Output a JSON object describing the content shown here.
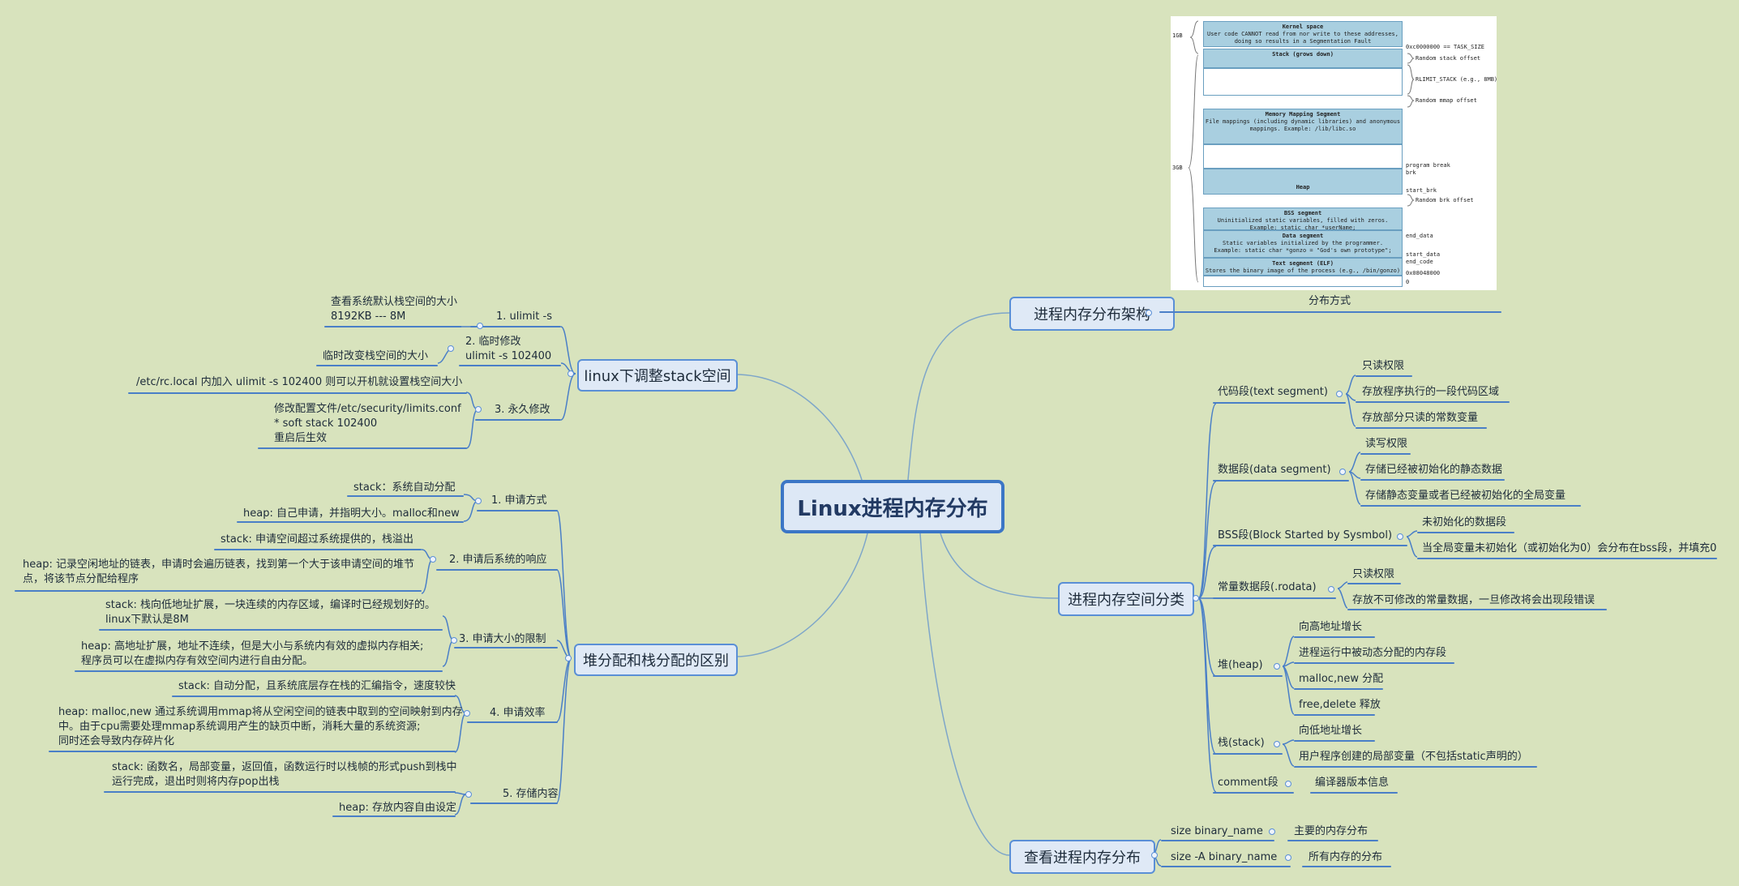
{
  "center": "Linux进程内存分布",
  "right": {
    "arch": {
      "title": "进程内存分布架构",
      "sub": "分布方式",
      "figure": {
        "kernel_title": "Kernel space",
        "kernel_desc1": "User code CANNOT read from nor write to these addresses,",
        "kernel_desc2": "doing so results in a Segmentation Fault",
        "stack": "Stack (grows down)",
        "mmap_title": "Memory Mapping Segment",
        "mmap_desc1": "File mappings (including dynamic libraries) and anonymous",
        "mmap_desc2": "mappings. Example: /lib/libc.so",
        "heap": "Heap",
        "bss_title": "BSS segment",
        "bss_desc1": "Uninitialized static variables, filled with zeros.",
        "bss_desc2": "Example: static char *userName;",
        "data_title": "Data segment",
        "data_desc1": "Static variables initialized by the programmer.",
        "data_desc2": "Example: static char *gonzo = \"God's own prototype\";",
        "text_title": "Text segment (ELF)",
        "text_desc": "Stores the binary image of the process (e.g., /bin/gonzo)",
        "l1gb": "1GB",
        "l3gb": "3GB",
        "n_task": "0xc0000000 == TASK_SIZE",
        "n_rstack": "Random stack offset",
        "n_rlimit": "RLIMIT_STACK (e.g., 8MB)",
        "n_rmmap": "Random mmap offset",
        "n_pbreak": "program break",
        "n_brk": "brk",
        "n_startbrk": "start_brk",
        "n_rbrk": "Random brk offset",
        "n_enddata": "end_data",
        "n_startdata": "start_data",
        "n_endcode": "end_code",
        "n_addr": "0x08048000",
        "n_zero": "0"
      }
    },
    "classes": {
      "title": "进程内存空间分类",
      "text_seg": {
        "name": "代码段(text segment)",
        "items": [
          "只读权限",
          "存放程序执行的一段代码区域",
          "存放部分只读的常数变量"
        ]
      },
      "data_seg": {
        "name": "数据段(data segment)",
        "items": [
          "读写权限",
          "存储已经被初始化的静态数据",
          "存储静态变量或者已经被初始化的全局变量"
        ]
      },
      "bss_seg": {
        "name": "BSS段(Block Started by Sysmbol)",
        "items": [
          "未初始化的数据段",
          "当全局变量未初始化（或初始化为0）会分布在bss段，并填充0"
        ]
      },
      "rodata": {
        "name": "常量数据段(.rodata)",
        "items": [
          "只读权限",
          "存放不可修改的常量数据，一旦修改将会出现段错误"
        ]
      },
      "heap": {
        "name": "堆(heap)",
        "items": [
          "向高地址增长",
          "进程运行中被动态分配的内存段",
          "malloc,new 分配",
          "free,delete 释放"
        ]
      },
      "stack": {
        "name": "栈(stack)",
        "items": [
          "向低地址增长",
          "用户程序创建的局部变量（不包括static声明的）"
        ]
      },
      "comment": {
        "name": "comment段",
        "items": [
          "编译器版本信息"
        ]
      }
    },
    "view": {
      "title": "查看进程内存分布",
      "rows": [
        {
          "cmd": "size binary_name",
          "desc": "主要的内存分布"
        },
        {
          "cmd": "size -A binary_name",
          "desc": "所有内存的分布"
        }
      ]
    }
  },
  "left": {
    "stack_adjust": {
      "title": "linux下调整stack空间",
      "b1": {
        "label": "1. ulimit -s",
        "leaf1": "查看系统默认栈空间的大小",
        "leaf2": "8192KB --- 8M"
      },
      "b2": {
        "label1": "2. 临时修改",
        "label2": "ulimit -s 102400",
        "leaf": "临时改变栈空间的大小"
      },
      "b3": {
        "label": "3. 永久修改",
        "leaf1": "/etc/rc.local 内加入 ulimit -s 102400 则可以开机就设置栈空间大小",
        "leaf2a": "修改配置文件/etc/security/limits.conf",
        "leaf2b": "* soft stack 102400",
        "leaf2c": "重启后生效"
      }
    },
    "heap_stack": {
      "title": "堆分配和栈分配的区别",
      "b1": {
        "label": "1. 申请方式",
        "s": "stack：系统自动分配",
        "h": "heap: 自己申请，并指明大小。malloc和new"
      },
      "b2": {
        "label": "2. 申请后系统的响应",
        "s": "stack: 申请空间超过系统提供的，栈溢出",
        "h1": "heap: 记录空闲地址的链表，申请时会遍历链表，找到第一个大于该申请空间的堆节",
        "h2": "点，将该节点分配给程序"
      },
      "b3": {
        "label": "3. 申请大小的限制",
        "s1": "stack: 栈向低地址扩展，一块连续的内存区域，编译时已经规划好的。",
        "s2": "linux下默认是8M",
        "h1": "heap: 高地址扩展，地址不连续，但是大小与系统内有效的虚拟内存相关;",
        "h2": "程序员可以在虚拟内存有效空间内进行自由分配。"
      },
      "b4": {
        "label": "4. 申请效率",
        "s": "stack: 自动分配，且系统底层存在栈的汇编指令，速度较快",
        "h1": "heap: malloc,new 通过系统调用mmap将从空闲空间的链表中取到的空间映射到内存",
        "h2": "中。由于cpu需要处理mmap系统调用产生的缺页中断，消耗大量的系统资源;",
        "h3": "同时还会导致内存碎片化"
      },
      "b5": {
        "label": "5. 存储内容",
        "s1": "stack: 函数名，局部变量，返回值，函数运行时以栈帧的形式push到栈中",
        "s2": "运行完成，退出时则将内存pop出栈",
        "h": "heap: 存放内容自由设定"
      }
    }
  },
  "colors": {
    "background": "#d8e3bd",
    "line": "#4a7fc7",
    "connector": "#7ea6c9",
    "box_fill": "#dfe9f6"
  }
}
